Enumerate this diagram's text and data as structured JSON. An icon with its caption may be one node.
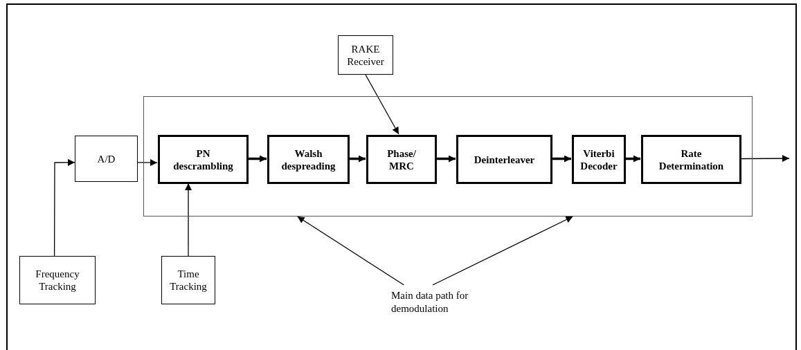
{
  "diagram": {
    "nodes": [
      {
        "text": [
          "RAKE Receiver"
        ]
      },
      {
        "text": [],
        "shape": "box"
      },
      {
        "text": [
          "A/D"
        ]
      },
      {
        "text": [
          "PN descrambling"
        ],
        "in": 1
      },
      {
        "text": [
          "Walsh despreading"
        ],
        "in": 1
      },
      {
        "text": [
          "Phase/ MRC"
        ],
        "in": 1
      },
      {
        "text": [
          "Deinterleaver"
        ],
        "in": 1
      },
      {
        "text": [
          "Viterbi Decoder"
        ],
        "in": 1
      },
      {
        "text": [
          "Rate Determination"
        ],
        "in": 1
      },
      {
        "text": [
          "Frequency Tracking"
        ]
      },
      {
        "text": [
          "Time Tracking"
        ]
      },
      {
        "text": [
          "Main data path for demodulation"
        ]
      }
    ],
    "edges": [
      {
        "from": 9,
        "to": 2,
        "arrow": "to"
      },
      {
        "from": 2,
        "to": 3,
        "arrow": "to"
      },
      {
        "from": 3,
        "to": 4,
        "arrow": "to",
        "style": "thick"
      },
      {
        "from": 4,
        "to": 5,
        "arrow": "to",
        "style": "thick"
      },
      {
        "from": 5,
        "to": 6,
        "arrow": "to",
        "style": "thick"
      },
      {
        "from": 6,
        "to": 7,
        "arrow": "to",
        "style": "thick"
      },
      {
        "from": 7,
        "to": 8,
        "arrow": "to",
        "style": "thick"
      },
      {
        "from": 8,
        "to": null,
        "arrow": "to"
      },
      {
        "from": 0,
        "to": 5,
        "arrow": "to"
      },
      {
        "from": 10,
        "to": 3,
        "arrow": "to"
      },
      {
        "from": 11,
        "to": 1,
        "arrow": "to"
      },
      {
        "from": 11,
        "to": 1,
        "arrow": "to"
      }
    ]
  }
}
